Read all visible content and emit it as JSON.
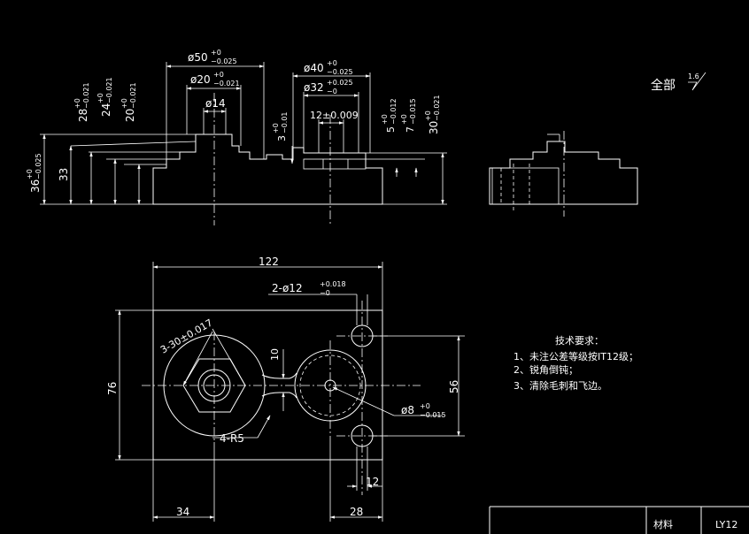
{
  "front_view": {
    "dims": {
      "d50": "ø50",
      "d50_tol_up": "+0",
      "d50_tol_dn": "−0.025",
      "d40": "ø40",
      "d40_tol_up": "+0",
      "d40_tol_dn": "−0.025",
      "d20": "ø20",
      "d20_tol_up": "+0",
      "d20_tol_dn": "−0.021",
      "d32": "ø32",
      "d32_tol_up": "+0.025",
      "d32_tol_dn": "−0",
      "d14": "ø14",
      "d12": "12±0.009",
      "h28": "28",
      "h28_up": "+0",
      "h28_dn": "−0.021",
      "h24": "24",
      "h24_up": "+0",
      "h24_dn": "−0.021",
      "h20": "20",
      "h20_up": "+0",
      "h20_dn": "−0.021",
      "h3": "3",
      "h3_up": "+0",
      "h3_dn": "−0.01",
      "h5": "5",
      "h5_up": "+0",
      "h5_dn": "−0.012",
      "h7": "7",
      "h7_up": "+0",
      "h7_dn": "−0.015",
      "h30": "30",
      "h30_up": "+0",
      "h30_dn": "−0.021",
      "h36": "36",
      "h36_up": "+0",
      "h36_dn": "−0.025",
      "h33": "33"
    }
  },
  "roughness": {
    "label": "全部",
    "value": "1.6"
  },
  "top_view": {
    "dims": {
      "w122": "122",
      "holes": "2-ø12",
      "holes_up": "+0.018",
      "holes_dn": "−0",
      "hex": "3-30±0.017",
      "w10": "10",
      "h76": "76",
      "h56": "56",
      "r5": "4-R5",
      "d8": "ø8",
      "d8_up": "+0",
      "d8_dn": "−0.015",
      "w12": "12",
      "w34": "34",
      "w28": "28"
    }
  },
  "notes": {
    "title": "技术要求：",
    "items": [
      "1、未注公差等级按IT12级；",
      "2、锐角倒钝；",
      "3、清除毛刺和飞边。"
    ]
  },
  "title_block": {
    "material_label": "材料",
    "material_value": "LY12"
  }
}
